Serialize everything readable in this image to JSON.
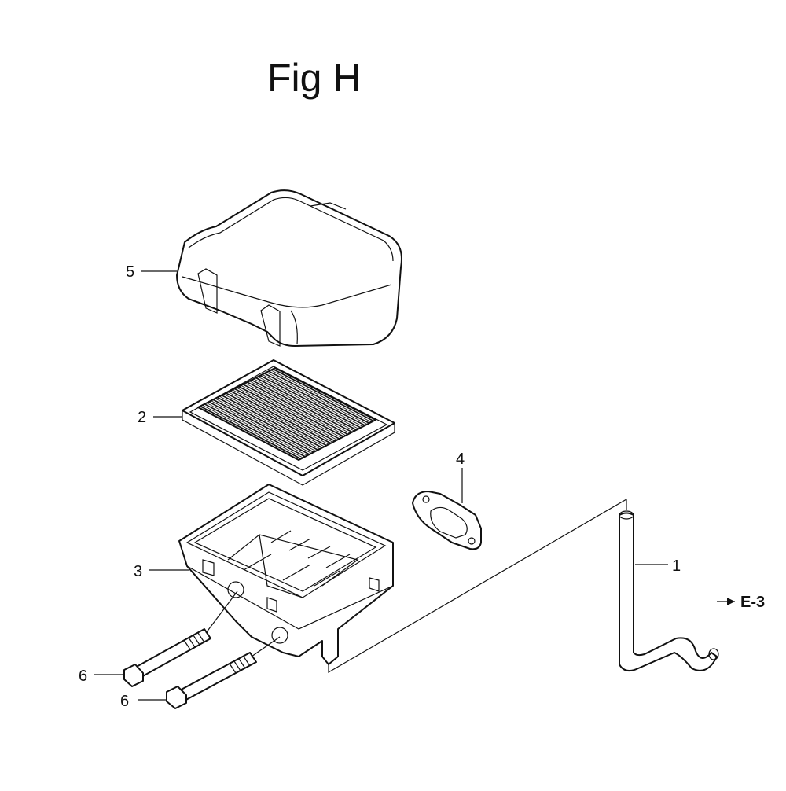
{
  "title": "Fig H",
  "callouts": {
    "p1": "1",
    "p2": "2",
    "p3": "3",
    "p4": "4",
    "p5": "5",
    "p6a": "6",
    "p6b": "6"
  },
  "reference": "E-3"
}
